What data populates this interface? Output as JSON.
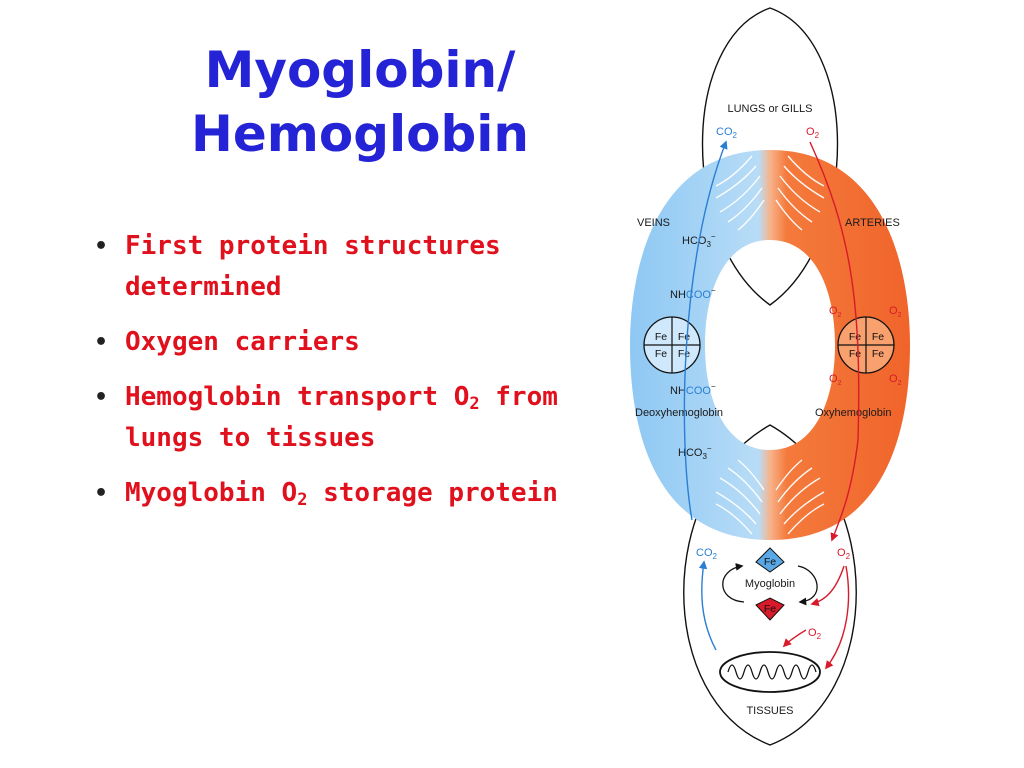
{
  "slide": {
    "title_line1": "Myoglobin/",
    "title_line2": "Hemoglobin",
    "bullets": [
      {
        "parts": [
          "First protein structures determined"
        ]
      },
      {
        "parts": [
          "Oxygen carriers"
        ]
      },
      {
        "parts": [
          "Hemoglobin transport O",
          "2",
          " from lungs to tissues"
        ]
      },
      {
        "parts": [
          "Myoglobin O",
          "2",
          " storage protein"
        ]
      }
    ]
  },
  "diagram": {
    "labels": {
      "lungs": "LUNGS or GILLS",
      "veins": "VEINS",
      "arteries": "ARTERIES",
      "tissues": "TISSUES",
      "deoxy": "Deoxyhemoglobin",
      "oxy": "Oxyhemoglobin",
      "myoglobin": "Myoglobin",
      "co2": "CO",
      "co2_sub": "2",
      "o2": "O",
      "o2_sub": "2",
      "hco3": "HCO",
      "hco3_sub": "3",
      "hco3_sup": "−",
      "nh": "NH",
      "coo": "COO",
      "coo_sup": "−",
      "fe": "Fe"
    },
    "colors": {
      "title": "#2424d6",
      "bullet_text": "#e0101c",
      "venous": "#8ec8f4",
      "arterial": "#f47a3c",
      "myoglobin_deoxy": "#5aa8e6",
      "myoglobin_oxy": "#d81a2a"
    }
  }
}
